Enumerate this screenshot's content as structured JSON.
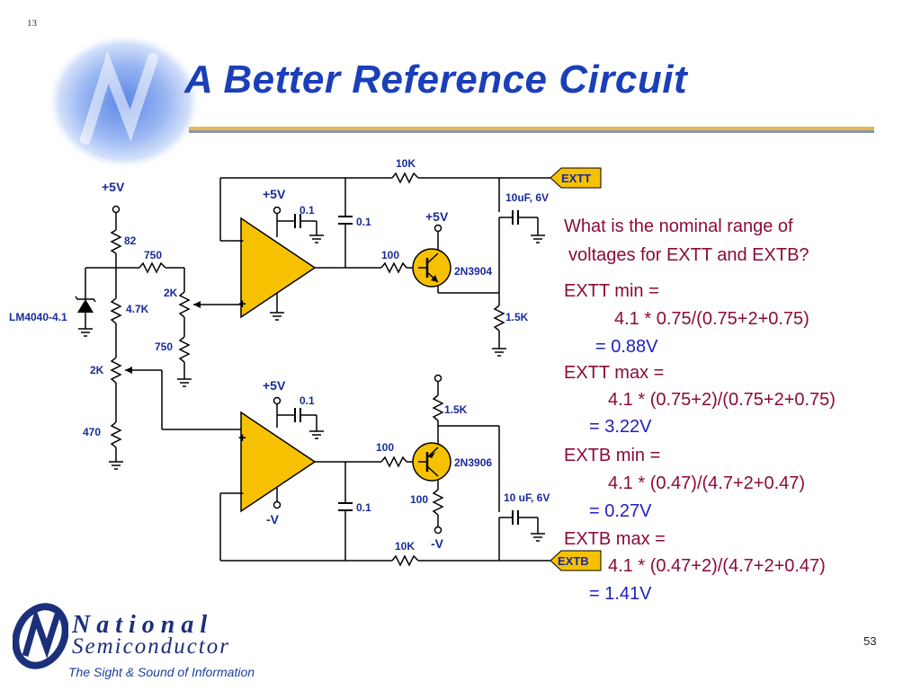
{
  "slide": {
    "corner_number": "13",
    "title": "A Better Reference Circuit",
    "page_number": "53"
  },
  "question": {
    "line1": "What is the nominal range of",
    "line2": "voltages for EXTT and EXTB?"
  },
  "answers": [
    {
      "label": "EXTT min =",
      "formula": "4.1 * 0.75/(0.75+2+0.75)",
      "result": "= 0.88V"
    },
    {
      "label": "EXTT max =",
      "formula": "4.1 * (0.75+2)/(0.75+2+0.75)",
      "result": "= 3.22V"
    },
    {
      "label": "EXTB min =",
      "formula": "4.1 * (0.47)/(4.7+2+0.47)",
      "result": "= 0.27V"
    },
    {
      "label": "EXTB max =",
      "formula": "4.1 * (0.47+2)/(4.7+2+0.47)",
      "result": "= 1.41V"
    }
  ],
  "circuit": {
    "labels": {
      "plus5v_left": "+5V",
      "r82": "82",
      "r750_top": "750",
      "lm4040": "LM4040-4.1",
      "r4_7k": "4.7K",
      "pot2k_top": "2K",
      "r750_bottom": "750",
      "pot2k_left": "2K",
      "r470": "470",
      "opamp1_supply": "+5V",
      "cap1": "0.1",
      "opamp1_minus": "-",
      "opamp1_plus": "+",
      "cap2": "0.1",
      "r10k_top": "10K",
      "extt_tag": "EXTT",
      "cap_10uf_top": "10uF, 6V",
      "plus5v_q1": "+5V",
      "r100_top": "100",
      "q1_part": "2N3904",
      "r1_5k_top": "1.5K",
      "opamp2_supply": "+5V",
      "cap3": "0.1",
      "opamp2_plus": "+",
      "opamp2_minus": "-",
      "opamp2_neg_supply": "-V",
      "cap4": "0.1",
      "r1_5k_bottom": "1.5K",
      "r100_bottom_base": "100",
      "q2_part": "2N3906",
      "r100_bottom_emitter": "100",
      "neg_v_q2": "-V",
      "cap_10uf_bottom": "10 uF, 6V",
      "r10k_bottom": "10K",
      "extb_tag": "EXTB"
    }
  },
  "footer": {
    "brand_line1": "National",
    "brand_line2": "Semiconductor",
    "tagline": "The Sight & Sound of Information"
  },
  "colors": {
    "title": "#1a3fb8",
    "question": "#8b0a3a",
    "answer": "#2020c0",
    "opamp_fill": "#f6c100",
    "tag_fill": "#f6c100",
    "brand": "#1c2f7a"
  }
}
